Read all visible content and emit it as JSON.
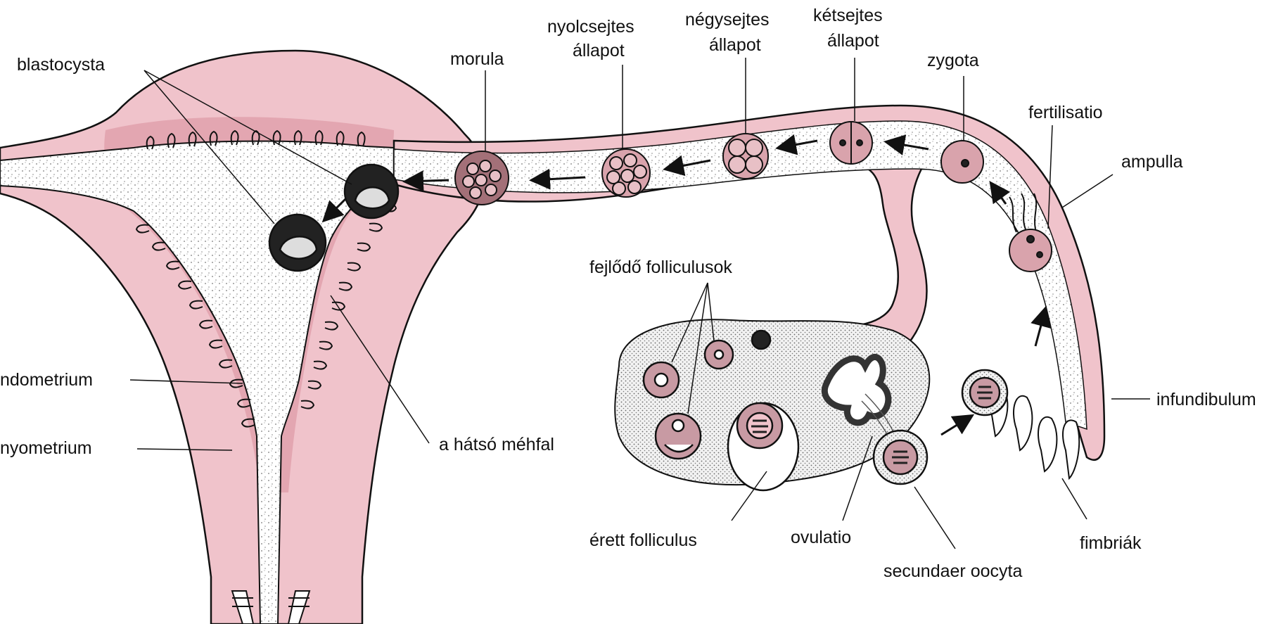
{
  "labels": {
    "blastocysta": "blastocysta",
    "morula": "morula",
    "nyolcsejtes_1": "nyolcsejtes",
    "nyolcsejtes_2": "állapot",
    "negysejtes_1": "négysejtes",
    "negysejtes_2": "állapot",
    "ketsejtes_1": "kétsejtes",
    "ketsejtes_2": "állapot",
    "zygota": "zygota",
    "fertilisatio": "fertilisatio",
    "ampulla": "ampulla",
    "fejlodo_folliculusok": "fejlődő folliculusok",
    "endometrium": "ndometrium",
    "myometrium": "nyometrium",
    "hatso_mehfal": "a hátsó méhfal",
    "infundibulum": "infundibulum",
    "erett_folliculus": "érett folliculus",
    "ovulatio": "ovulatio",
    "fimbriak": "fimbriák",
    "secundaer_oocyta": "secundaer oocyta"
  },
  "colors": {
    "tissue_pink": "#f0c3cb",
    "tissue_dark": "#e3a6b1",
    "cavity": "#ffffff",
    "ink": "#111111",
    "cell_fill": "#d9a3ac",
    "ovary_fill": "#f3f3f3"
  }
}
